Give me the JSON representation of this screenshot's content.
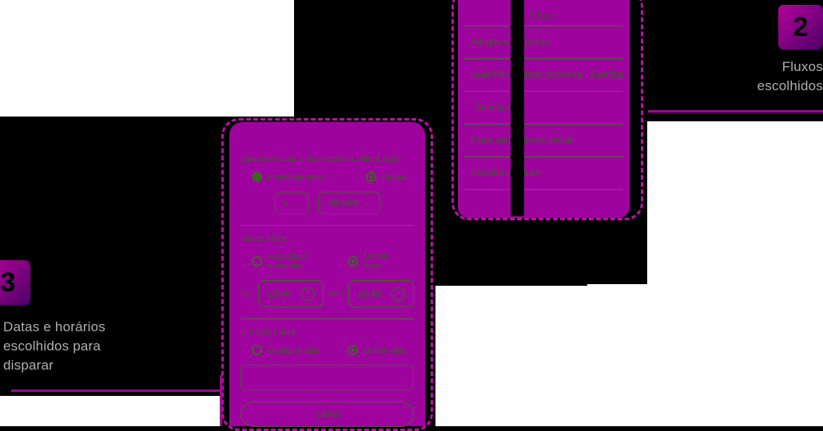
{
  "flows_panel": {
    "header": "Fluxo",
    "rows": [
      {
        "label": "Amigos e parceiros"
      },
      {
        "label": "Lead Frio - Iniciar conversa - Agendamento"
      },
      {
        "label": "Saudação"
      },
      {
        "label": "Fluxo atendimento inicial"
      },
      {
        "label": "Escolha um fluxo"
      }
    ]
  },
  "schedule_panel": {
    "start_label": "Quando iniciar o fluxo após a última ação",
    "start_options": [
      {
        "label": "Imediatamente",
        "selected": true
      },
      {
        "label": "Atraso",
        "selected": false
      }
    ],
    "delay_amount": "1",
    "delay_unit": "Minutos",
    "between_label": "Iniciar entre",
    "between_options": [
      {
        "label": "A qualquer momento",
        "selected": false
      },
      {
        "label": "Definir hora",
        "selected": true
      }
    ],
    "from_label": "De:",
    "from_time": "16:44",
    "to_label": "Até:",
    "to_time": "16:49",
    "days_label": "Em quais dias",
    "days_options": [
      {
        "label": "Qualquer dias",
        "selected": false
      },
      {
        "label": "Definir dias",
        "selected": true
      }
    ],
    "days_select_value": "",
    "save_label": "Salvar",
    "chevron": "⌄",
    "clock_icon": "clock-icon"
  },
  "annotations": {
    "step2": {
      "badge": "2",
      "text": "Fluxos\nescolhidos"
    },
    "step3": {
      "badge": "3",
      "text": "Datas e horários\nescolhidos para\ndisparar"
    }
  },
  "colors": {
    "highlight": "#9f039e",
    "dashed_border": "#b5149f",
    "annotation_text": "#b0b0b0",
    "form_text": "#3d5a28"
  }
}
